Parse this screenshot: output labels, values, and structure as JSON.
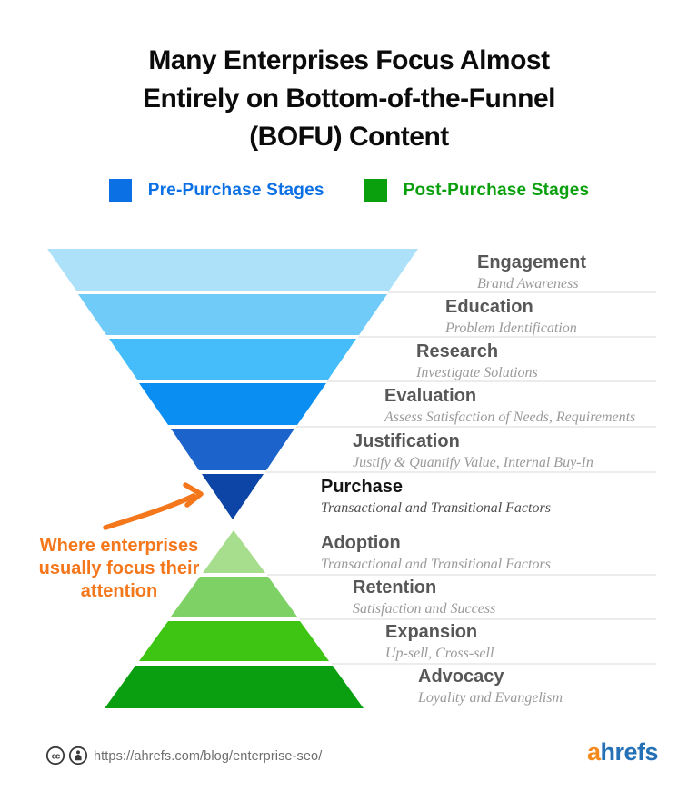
{
  "header": {
    "title_lines": [
      "Many Enterprises Focus Almost",
      "Entirely on Bottom-of-the-Funnel",
      "(BOFU) Content"
    ]
  },
  "legend": {
    "pre": {
      "label": "Pre-Purchase Stages",
      "color": "#0B70E4"
    },
    "post": {
      "label": "Post-Purchase Stages",
      "color": "#0AA00D"
    }
  },
  "funnel": {
    "name": "Pre-Purchase funnel (inverted)",
    "tiers": [
      {
        "name": "Engagement",
        "subtitle": "Brand Awareness",
        "color": "#ADE1FA"
      },
      {
        "name": "Education",
        "subtitle": "Problem Identification",
        "color": "#70CBF8"
      },
      {
        "name": "Research",
        "subtitle": "Investigate Solutions",
        "color": "#45BDFA"
      },
      {
        "name": "Evaluation",
        "subtitle": "Assess Satisfaction of Needs, Requirements",
        "color": "#0A8EF2"
      },
      {
        "name": "Justification",
        "subtitle": "Justify & Quantify Value, Internal Buy-In",
        "color": "#1C64CC"
      },
      {
        "name": "Purchase",
        "subtitle": "Transactional and Transitional Factors",
        "color": "#0C45A6"
      }
    ]
  },
  "pyramid": {
    "name": "Post-Purchase pyramid",
    "tiers": [
      {
        "name": "Adoption",
        "subtitle": "Transactional and Transitional Factors",
        "color": "#A7DE8E"
      },
      {
        "name": "Retention",
        "subtitle": "Satisfaction and Success",
        "color": "#7ED164"
      },
      {
        "name": "Expansion",
        "subtitle": "Up-sell, Cross-sell",
        "color": "#3EC513"
      },
      {
        "name": "Advocacy",
        "subtitle": "Loyality and Evangelism",
        "color": "#0A9F10"
      }
    ]
  },
  "annotation": {
    "lines": [
      "Where enterprises",
      "usually focus their",
      "attention"
    ],
    "color": "#F4771C"
  },
  "footer": {
    "cc_text": "cc",
    "url": "https://ahrefs.com/blog/enterprise-seo/",
    "logo": {
      "first_letter": "a",
      "rest": "hrefs",
      "first_letter_color": "#F68A1E",
      "rest_color": "#2571B5"
    }
  }
}
